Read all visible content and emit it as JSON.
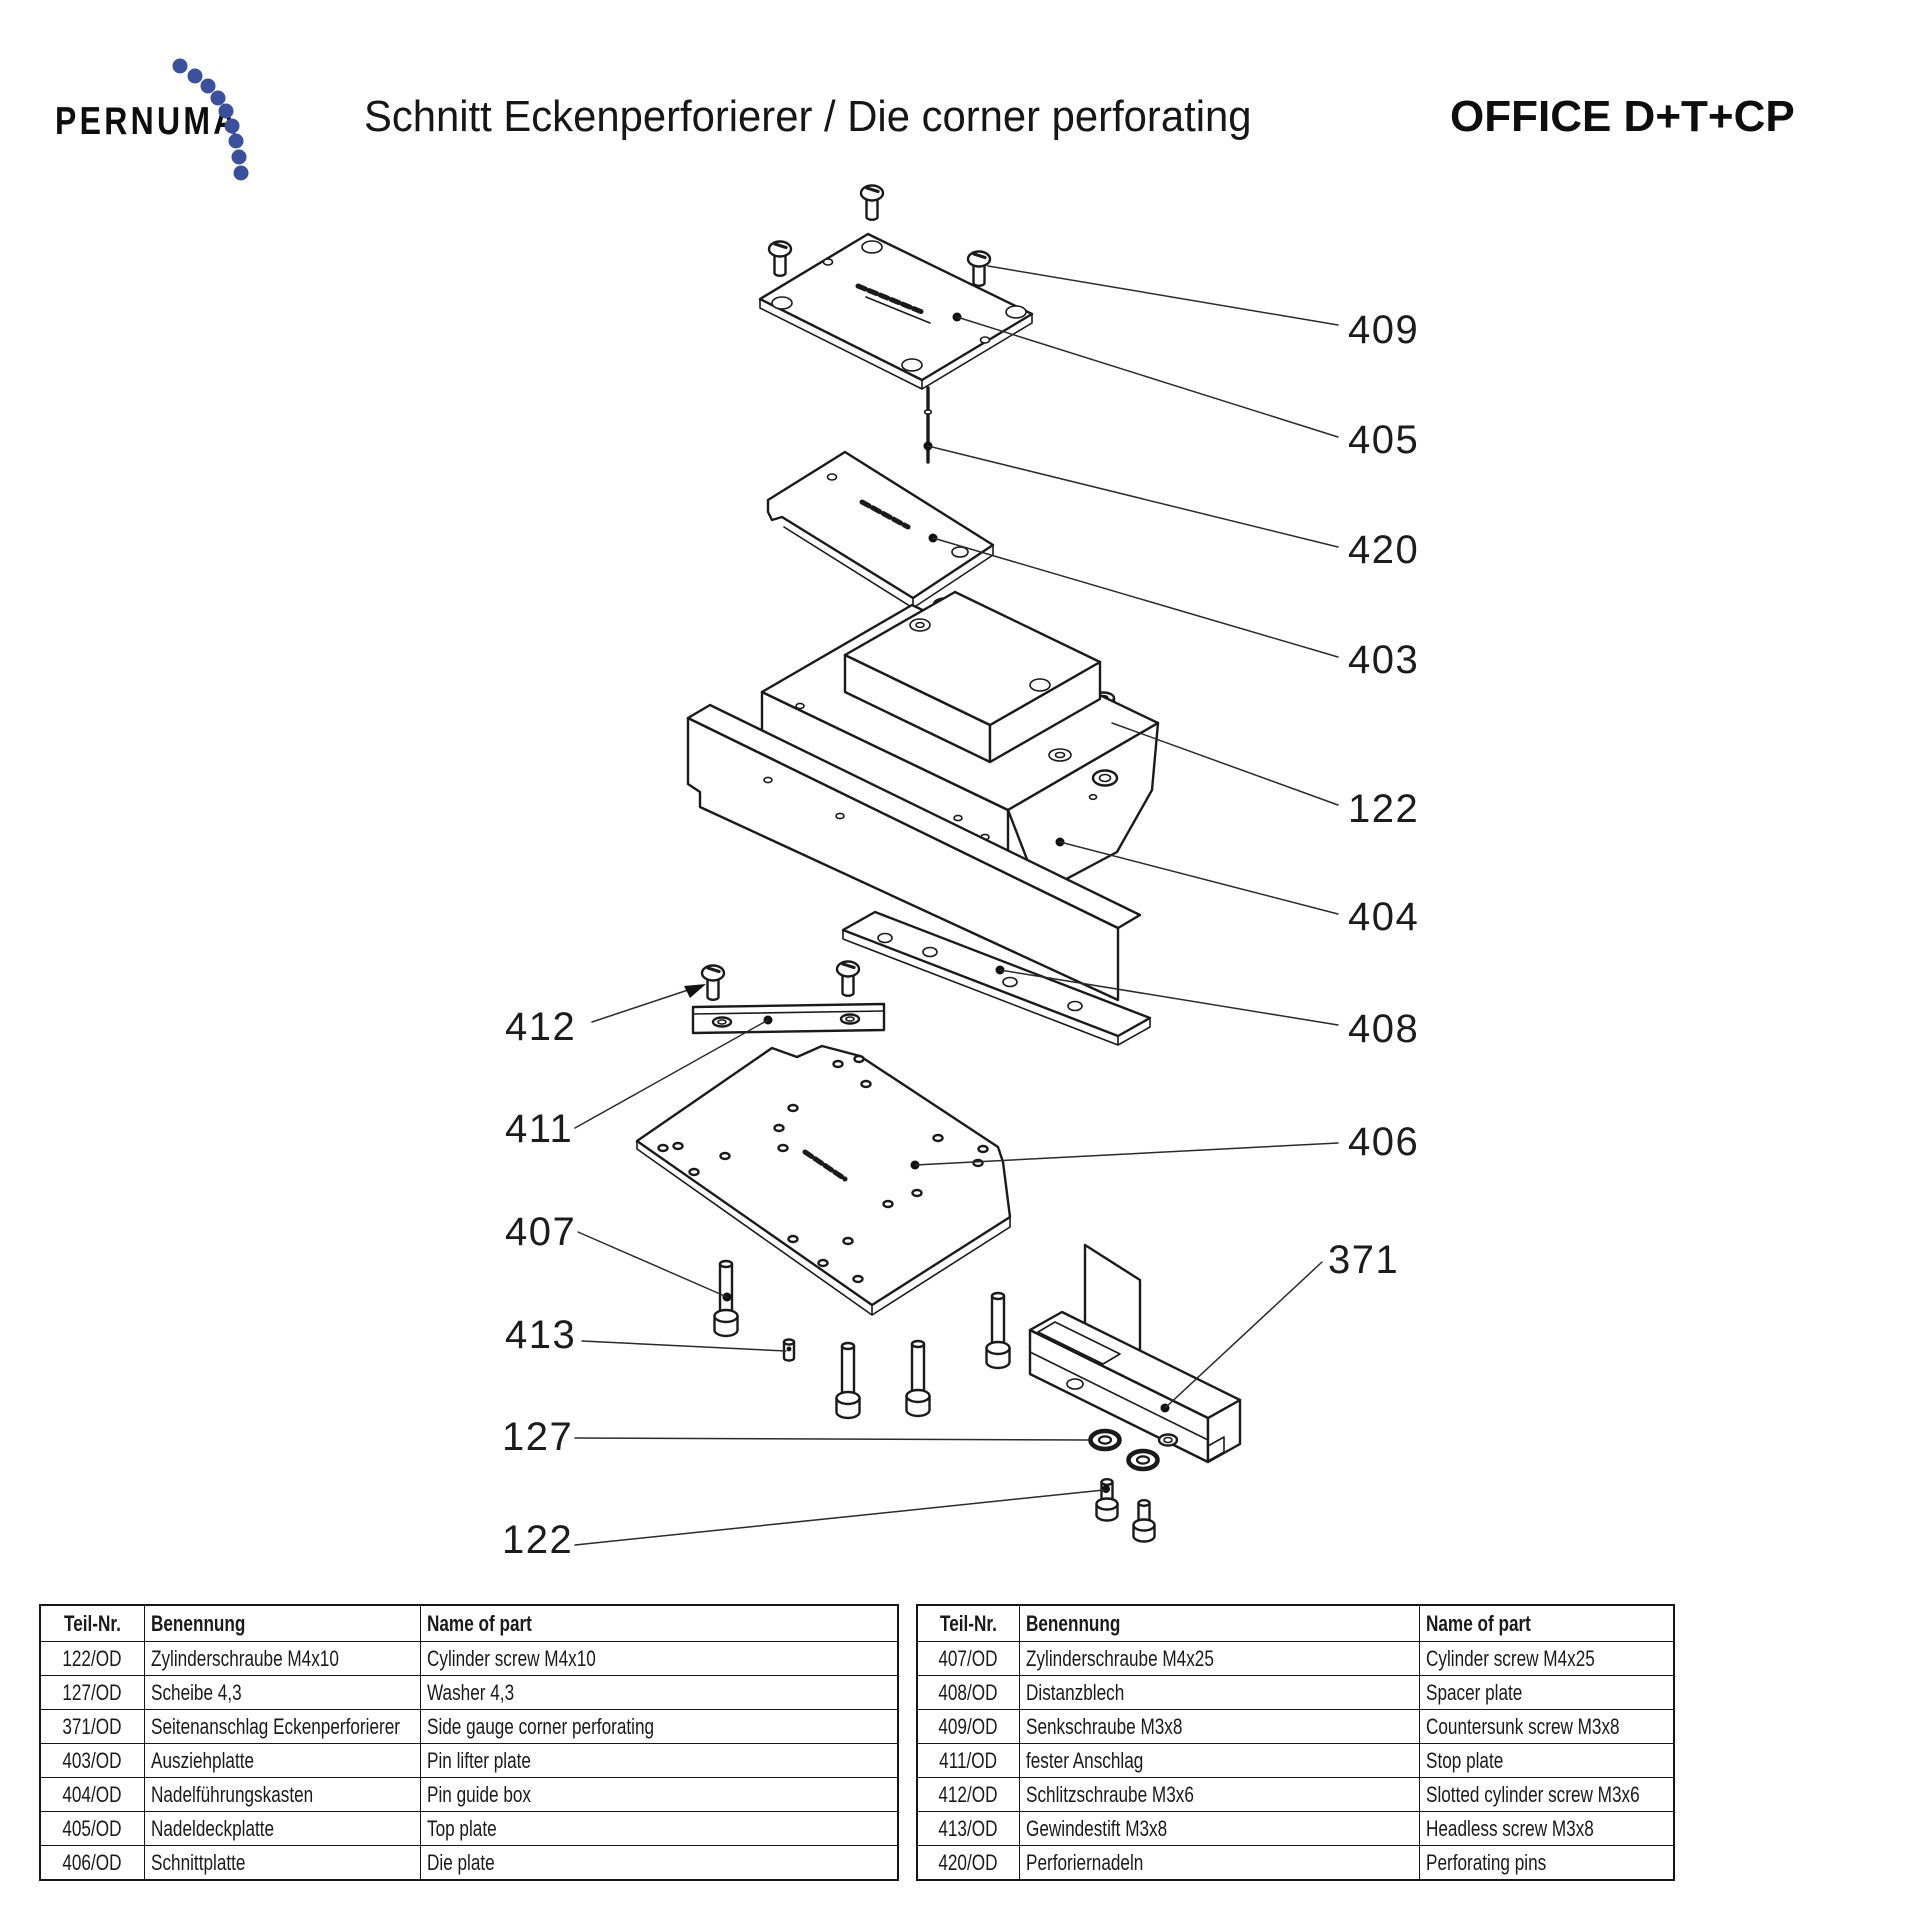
{
  "header": {
    "logo_text": "PERNUMA",
    "title": "Schnitt Eckenperforierer / Die corner perforating",
    "product_code": "OFFICE D+T+CP",
    "brand_dot_color": "#3A4F9E"
  },
  "diagram": {
    "callouts": [
      "409",
      "405",
      "420",
      "403",
      "122",
      "404",
      "408",
      "406",
      "371",
      "412",
      "411",
      "407",
      "413",
      "127",
      "122"
    ]
  },
  "tables": {
    "left": {
      "headers": [
        "Teil-Nr.",
        "Benennung",
        "Name of part"
      ],
      "rows": [
        [
          "122/OD",
          "Zylinderschraube M4x10",
          "Cylinder screw M4x10"
        ],
        [
          "127/OD",
          "Scheibe 4,3",
          "Washer 4,3"
        ],
        [
          "371/OD",
          "Seitenanschlag Eckenperforierer",
          "Side gauge corner perforating"
        ],
        [
          "403/OD",
          "Ausziehplatte",
          "Pin lifter plate"
        ],
        [
          "404/OD",
          "Nadelführungskasten",
          "Pin guide box"
        ],
        [
          "405/OD",
          "Nadeldeckplatte",
          "Top plate"
        ],
        [
          "406/OD",
          "Schnittplatte",
          "Die plate"
        ]
      ]
    },
    "right": {
      "headers": [
        "Teil-Nr.",
        "Benennung",
        "Name of part"
      ],
      "rows": [
        [
          "407/OD",
          "Zylinderschraube M4x25",
          "Cylinder screw M4x25"
        ],
        [
          "408/OD",
          "Distanzblech",
          "Spacer plate"
        ],
        [
          "409/OD",
          "Senkschraube M3x8",
          "Countersunk screw M3x8"
        ],
        [
          "411/OD",
          "fester Anschlag",
          "Stop plate"
        ],
        [
          "412/OD",
          "Schlitzschraube M3x6",
          "Slotted cylinder screw M3x6"
        ],
        [
          "413/OD",
          "Gewindestift M3x8",
          "Headless screw M3x8"
        ],
        [
          "420/OD",
          "Perforiernadeln",
          "Perforating pins"
        ]
      ]
    }
  }
}
